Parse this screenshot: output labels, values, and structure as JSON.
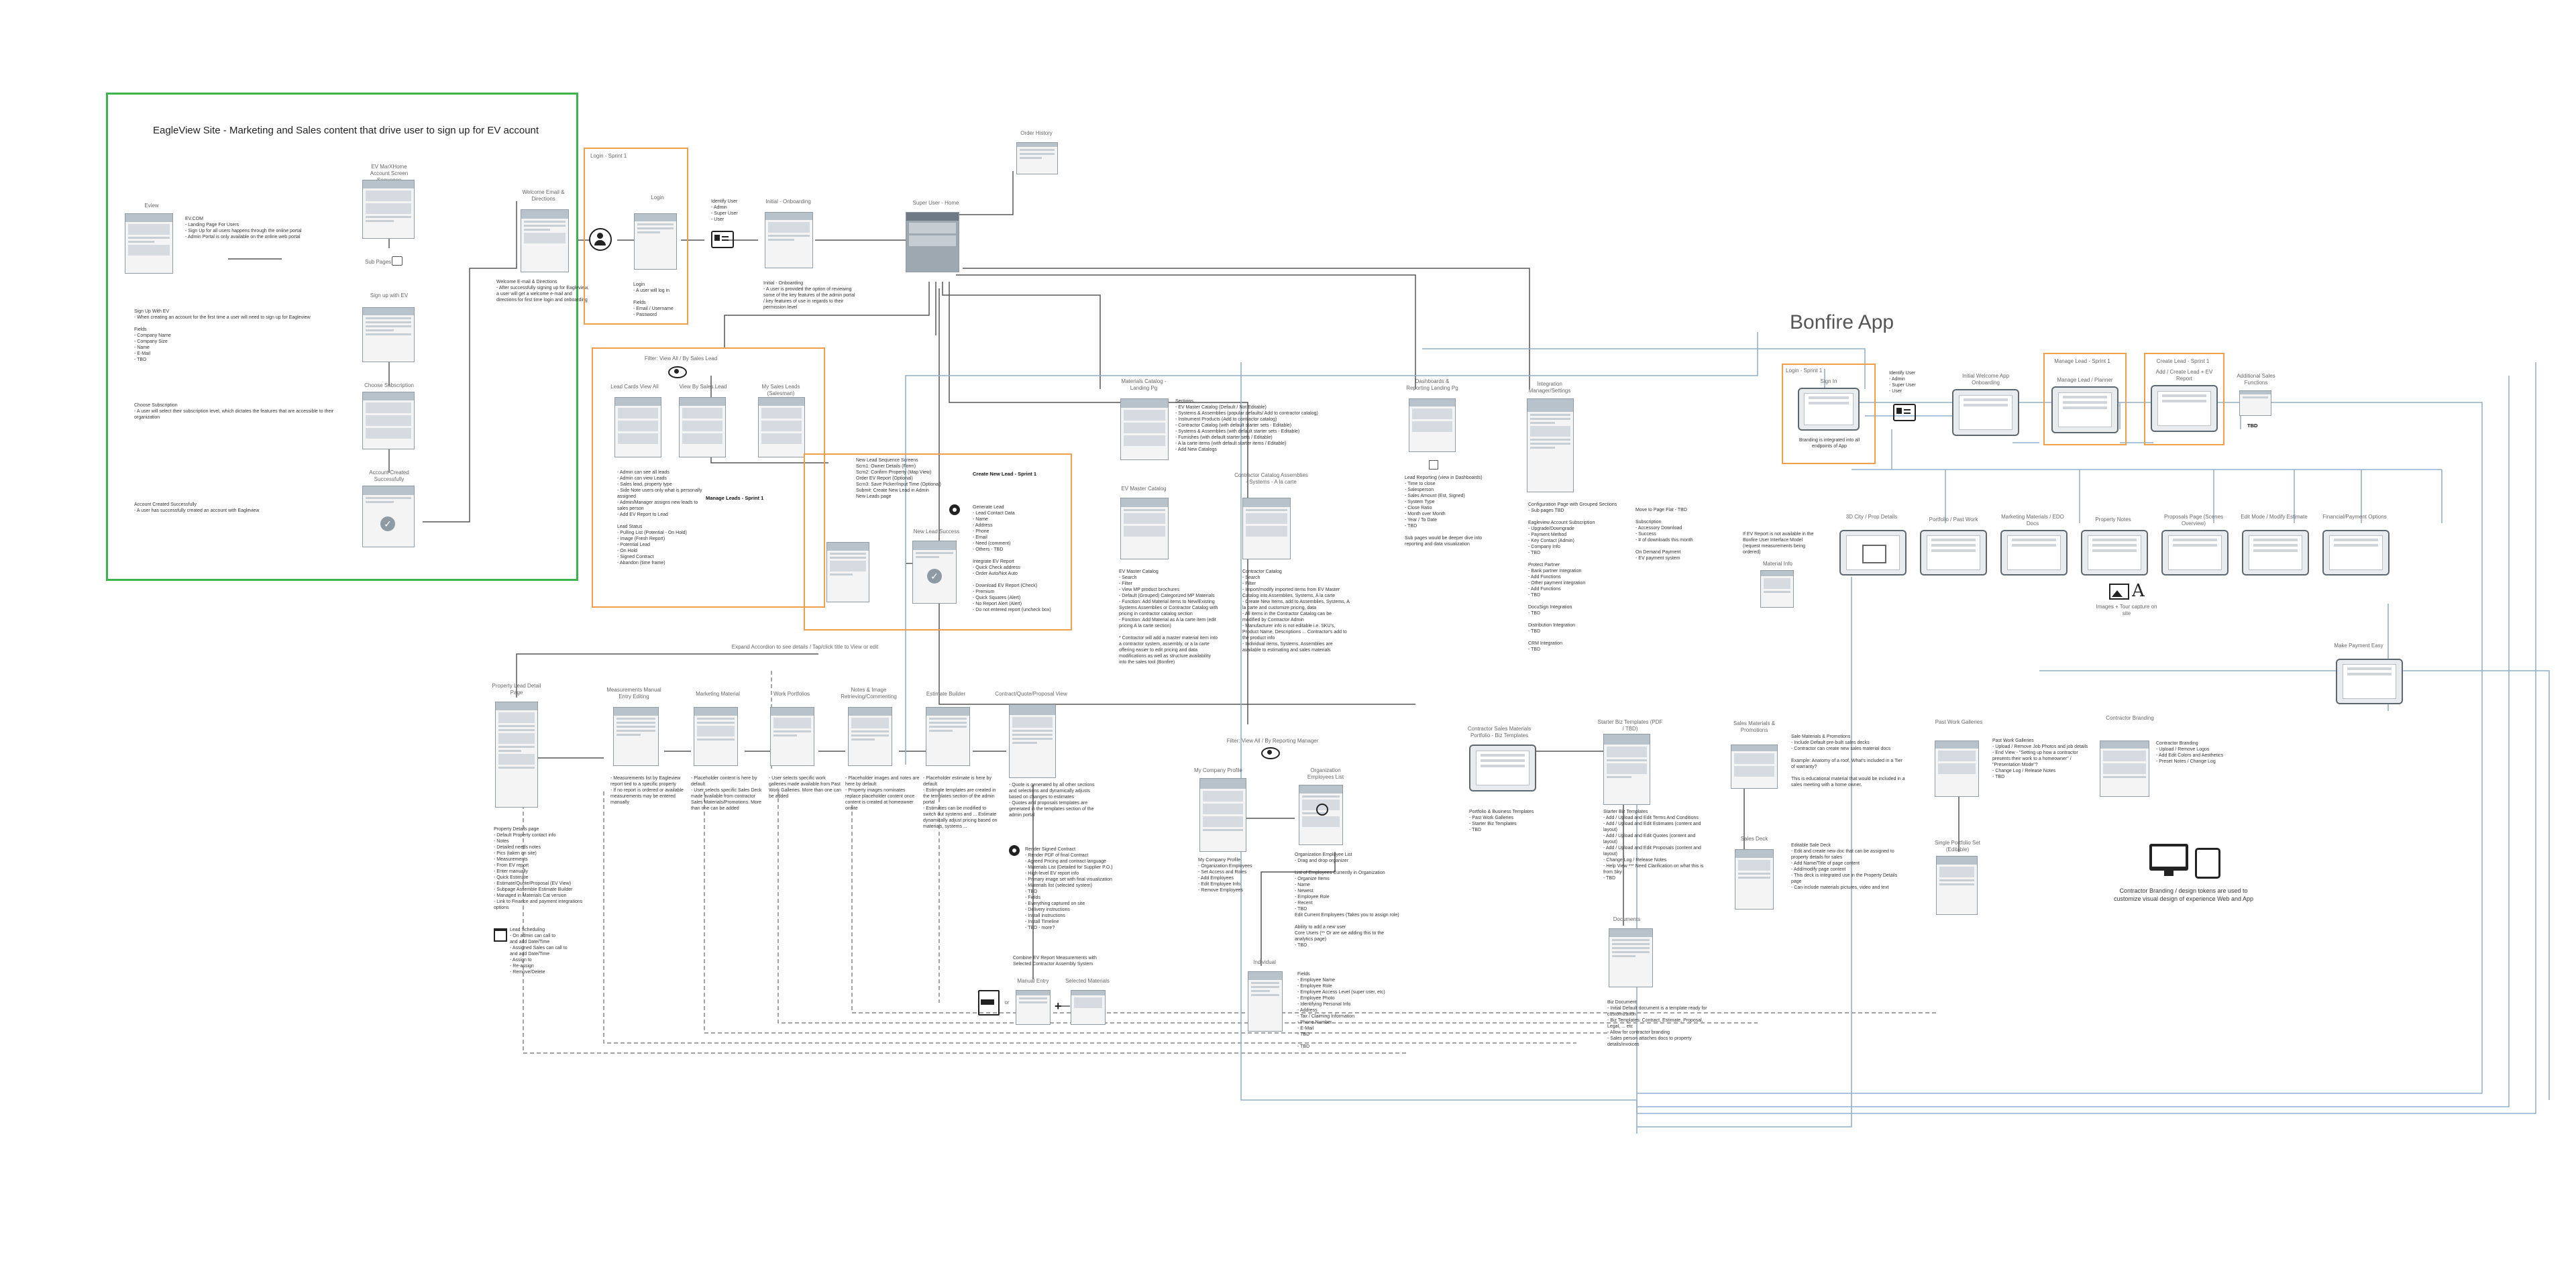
{
  "site_section": {
    "title": "EagleView  Site - Marketing and Sales content that drive user to sign up for EV account",
    "screens": {
      "ev_com": "Eview",
      "ev_marketing": "EV MarXHome Account Screen Sequence",
      "signup": "Sign up with EV",
      "choose_sub": "Choose Subscription",
      "account_created": "Account Created Successfully",
      "welcome_email": "Welcome Email & Directions"
    },
    "sub_pages_label": "Sub Pages",
    "notes": {
      "evcom": "EV.COM\n- Landing Page For Users\n- Sign Up for all users happens through the online portal\n- Admin Portal is only available on the online web portal",
      "signup": "Sign Up With EV\n- When creating an account for the first time a user will need to sign up for Eagleview\n\nFields\n     - Company Name\n     - Company Size\n     - Name\n     - E-Mail\n     - TBD",
      "choose": "Choose Subscription\n- A user will select their subscription level, which dictates the features that are accessible to their organization",
      "created": "Account Created Successfully\n- A user has successfully created an account with Eagleview",
      "welcome": "Welcome E-mail & Directions\n- After successfully signing up for Eagleview, a user will get a welcome e-mail and directions for first time login and onboarding"
    }
  },
  "admin_flow": {
    "login_frame": "Login - Sprint 1",
    "login_screen": "Login",
    "login_note": "Login\n- A user will log in\n\nFields\n- Email / Username\n- Password",
    "identify_user": "Identify User\n- Admin\n- Super User\n- User",
    "onboarding": "Initial - Onboarding",
    "onboarding_note": "Initial - Onboarding\n- A user is provided the option of reviewing some of the key features of the admin portal / key features of use in regards to their permission level",
    "super_user_home": "Super User - Home",
    "order_history": "Order History"
  },
  "manage_leads": {
    "frame_label": "Filter: View All  /  By Sales Lead",
    "screens": [
      "Lead Cards View All",
      "View By Sales Lead",
      "My Sales Leads (Salesman)"
    ],
    "title": "Manage Leads - Sprint 1",
    "notes": "- Admin can see all leads\n- Admin can view Leads\n- Sales lead, property type\n- Side Note users only what is personally assigned\n- Admin/Manager assigns new leads to sales person\n- Add EV Report to Lead\n\nLead Status\n- Pulling List (Potential - On Hold)\n- Image (Fresh Report)\n- Potential Lead\n- On Hold\n- Signed Contract\n- Abandon (time frame)",
    "create_title": "Create New Lead - Sprint 1",
    "create_screens": [
      "",
      "New Lead Success"
    ],
    "create_notes": "New Lead Sequence Screens\nScrn1: Owner Details (Form)\nScrn2: Confirm Property (Map View)\n          Order EV Report (Optional)\nScrn3: Save Picker/Input Time (Optional)\nSubmit: Create New Lead in Admin\n  New Leads page",
    "create_notes2": "Generate Lead\n- Lead Contact Data\n  - Name\n  - Address\n  - Phone\n  - Email\n  - Need (comment)\n  - Others - TBD\n\nIntegrate EV Report\n- Quick Check address\n- Order Auto/Not Auto\n\n- Download EV Report (Check)\n  - Premium\n  - Quick Squares (Alert)\n  - No Report Alert (Alert)\n  - Do not entered report (uncheck box)",
    "expand": "Expand Accordion to see details / Tap/click title to View or edit"
  },
  "catalog": {
    "materials_catalog": "Materials Catalog - Landing Pg",
    "sections_note": "Sections\n- EV Master Catalog (Default / Not Editable)\n- Systems & Assemblies (popular defaults/ Add to contractor catalog)\n- Instrument Products (Add to contractor catalog)\n- Contractor Catalog (with default starter sets - Editable)\n- Systems & Assemblies (with default starter sets - Editable)\n- Furnishes (with default starter sets / Editable)\n- A la carte items (with default starter items / Editable)\n- Add New Catalogs",
    "master_catalog": "EV Master Catalog",
    "master_note": "EV Master Catalog\n- Search\n- Filter\n- View MP product brochures\n- Default (Grouped) Categorized MP Materials\n- Function: Add Material items to New/Existing Systems Assemblies or Contractor Catalog with pricing in contractor catalog section\n- Function: Add Material as A la carte item (edit pricing A la carte section)\n\n* Contractor will add a master material item into a contractor system, assembly, or a la carte offering easier to edit pricing and data modifications as well as structure availability into the sales tool (Bonfire)",
    "contractor_catalog": "Contractor Catalog Assemblies - Systems - A la carte",
    "contractor_note": "Contractor Catalog\n- Search\n- Filter\n- Import/modify imported items from EV Master Catalog into Assemblies, Systems, A la carte\n- Create New Items, add to Assemblies, Systems, A la carte and customize pricing, data\n- All items in the Contractor Catalog can be modified by Contractor Admin\n- Manufacturer info is not editable i.e. SKU's, Product Name, Descriptions ... Contractor's add to the product info\n- Individual items, Systems, Assemblies are available to estimating and sales materials",
    "dashboards": "Dashboards & Reporting Landing Pg",
    "dashboards_note": "Lead Reporting (view in Dashboards)\n- Time to close\n- Salesperson\n- Sales Amount (Est, Signed)\n- System Type\n- Close Ratio\n- Month over Month\n- Year / To Date\n- TBD\n\nSub pages would be deeper dive into reporting and data visualization",
    "integrations": "Integration Manager/Settings",
    "integrations_note": "Configuration Page with Grouped Sections\n- Sub pages TBD\n\nEagleview Account Subscription\n- Upgrade/Downgrade\n- Payment Method\n- Key Contact (Admin)\n- Company Info\n- TBD\n\nProtect Partner\n- Bank partner Integration\n- Add Functions\n- Other payment integration\n- Add Functions\n- TBD\n\nDocuSign Integration\n- TBD\n\nDistribution Integration\n- TBD\n\nCRM Integration\n- TBD",
    "move_note": "Move to Page Flat - TBD\n\nSubscription\n- Accessory Download\n- Success\n- # of downloads this month\n\nOn Demand Payment\n- EV payment system"
  },
  "bonfire": {
    "title": "Bonfire App",
    "login_frame": "Login - Sprint 1",
    "login_screen": "Sign In",
    "login_note": "Branding is integrated into all endpoints of App",
    "identify_user": "Identify User\n- Admin\n- Super User\n- User",
    "welcome": "Initial Welcome App Onboarding",
    "manage_frame": "Manage Lead - Sprint 1",
    "manage_screen": "Manage Lead / Planner",
    "create_frame": "Create Lead - Sprint 1",
    "create_screen": "Add / Create Lead + EV Report",
    "additional": "Additional Sales Functions",
    "tbd": "TBD",
    "cards": [
      "3D City / Prop Details",
      "Portfolio / Past Work",
      "Marketing Materials / EDO Docs",
      "Property Notes",
      "Proposals Page (Scenes Overview)",
      "Edit Mode / Modify Estimate",
      "Financial/Payment Options"
    ],
    "cards2": [
      "Material Info",
      "Images + Tour capture on site",
      "Make Payment Easy"
    ],
    "ev_report_note": "If EV Report is not available in the Bonfire User Interface Model (request measurements being ordered)",
    "contractor_branding_screen": "Contractor Branding",
    "contractor_note": "Contractor Branding\n- Upload / Remove Logos\n- Add Edit Colors and Aesthetics\n- Preset Notes / Change Log",
    "branding_footer": "Contractor Branding / design tokens are used to customize visual design of experience Web and App"
  },
  "estimating": {
    "screens": [
      "Property Lead Detail Page",
      "Measurements Manual Entry Editing",
      "Marketing Material",
      "Work Portfolios",
      "Notes & Image Retrieving/Commenting",
      "Estimate Builder",
      "Contract/Quote/Proposal View"
    ],
    "property_note": "Property Details page\n- Default Property contact info\n- Notes\n- Detailed needs notes\n- Pics (taken on site)\n- Measurements\n  - From EV report\n  - Enter manually\n- Quick Estimate\n- Estimate/Quote/Proposal (EV View)\n  - Subpage Assemble Estimate Builder\n  - Managed in Materials Cat version\n- Link to Finance and payment integrations options",
    "measure_note": "- Measurements list by Eagleview report tied to a specific property\n- If no report is ordered or available measurements may be entered manually",
    "marketing_note": "- Placeholder content is here by default\n- User selects specific Sales Deck made available from contractor Sales Materials/Promotions. More than one can be added",
    "work_note": "- User selects specific work galleries made available from Past Work Galleries. More than one can be added",
    "notes_note": "- Placeholder images and notes are here by default\n- Property images nominates replace placeholder content once content is created at homeowner onsite",
    "estimate_note": "- Placeholder estimate is here by default\n- Estimate templates are created in the templates section of the admin portal\n- Estimates can be modified to switch out systems and ... Estimate dynamically adjust pricing based on materials, systems ...",
    "quote_note": "- Quote is generated by all other sections and selections and dynamically adjusts based on changes to estimates\n- Quotes and proposals templates are generated in the templates section of the admin portal",
    "render_note": "Render Signed Contract\n- Render PDF of final Contract\n  - Agreed Pricing and contract language\n  - Materials List (Detailed for Supplier P.O.)\n- High-level EV report info\n  - Primary image set with final visualization\n  - Materials list (selected system)\n  - TBD\n- Fields\n  - Everything captured on site\n  - Delivery instructions\n  - Install instructions\n  - Install Timeline\n  - TBD - more?",
    "scheduling_note": "Lead Scheduling\n- On admin can call to\n  and add Date/Time\n- Assigned Sales can call to\n  and add Date/Time\n- Assign to\n- Re-assign\n- Remove/Delete",
    "combine_note": "Combine EV Report Measurements with Selected Contractor Assembly System",
    "manual_entry": "Manual Entry",
    "selected_materials": "Selected Materials",
    "or": "or"
  },
  "company": {
    "filter_label": "Filter: View All  /  By Reporting Manager",
    "profile": "My Company Profile",
    "org_list": "Organization Employees List",
    "profile_note": "My Company Profile\n- Organization Employees\n- Set Access and Roles\n- Add Employees\n- Edit Employee Info\n- Remove Employees",
    "org_note": "Organization Employee List\n- Drag and drop organizer\n\nList of Employees Currently in Organization\n- Organize Items\n  - Name\n  - Newest\n  - Employee Role\n  - Recent\n  - TBD\nEdit Current Employees (Takes you to assign role)\n\nAbility to add a new user\nCore Users (** Or are we adding this to the analytics page)\n- TBD",
    "individual": "Individual",
    "fields_note": "Fields\n- Employee Name\n- Employee Role\n- Employee Access Level (super user, etc)\n- Employee Photo\n- Identifying Personal Info\n  - Address\n  - Tax / Claiming Information\n  - Phone Number\n  - E-Mail\n  - TBD\n\n- TBD"
  },
  "templates": {
    "portfolio_screen": "Contractor Sales Materials Portfolio - Biz Templates",
    "portfolio_note": "Portfolio & Business Templates\n- Past Work Galleries\n- Starter Biz Templates\n- TBD",
    "starter_screen": "Starter Biz Templates (PDF / TBD)",
    "starter_note": "Starter Biz Templates\n- Add / Upload and Edit Terms And Conditions\n- Add / Upload and Edit Estimates (content and layout)\n- Add / Upload and Edit Quotes (content and layout)\n- Add / Upload and Edit Proposals (content and layout)\n- Change Log / Release Notes\n- Help View *** Need Clarification on what this is from Sky\n- TBD",
    "documents": "Documents",
    "biz_note": "Biz Document\n- Initial Default document is a template ready for customization\n- Biz Templates: Contract, Estimate, Proposal, Legal, ... etc\n- Allow for contractor branding\n- Sales person attaches docs to property details/invoices",
    "sales_materials_screen": "Sales Materials & Promotions",
    "sales_deck": "Sales Deck",
    "sales_note": "Sale Materials & Promotions\n- Include Default pre-built sales decks\n- Contractor can create new sales material docs\n\nExample: Anatomy of a roof, What's included in a Tier of warranty?\n\nThis is educational material that would be included in a sales meeting with a home owner.",
    "editable_note": "Editable Sale Deck\n- Edit and create new doc that can be assigned to property details for sales\n- Add Name/Title of page content\n- Add/modify page content\n- This deck is integrated use in the Property Details page\n- Can include materials pictures, video and text",
    "past_work_screen": "Past Work Galleries",
    "single_portfolio": "Single Portfolio Set (Editable)",
    "past_note": "Past Work Galleries\n- Upload / Remove Job Photos and job details\n- End View - \"Setting up how a contractor presents their work to a homeowner\" / \"Presentation Mode\"?\n  - Change Log / Release Notes\n- TBD"
  }
}
